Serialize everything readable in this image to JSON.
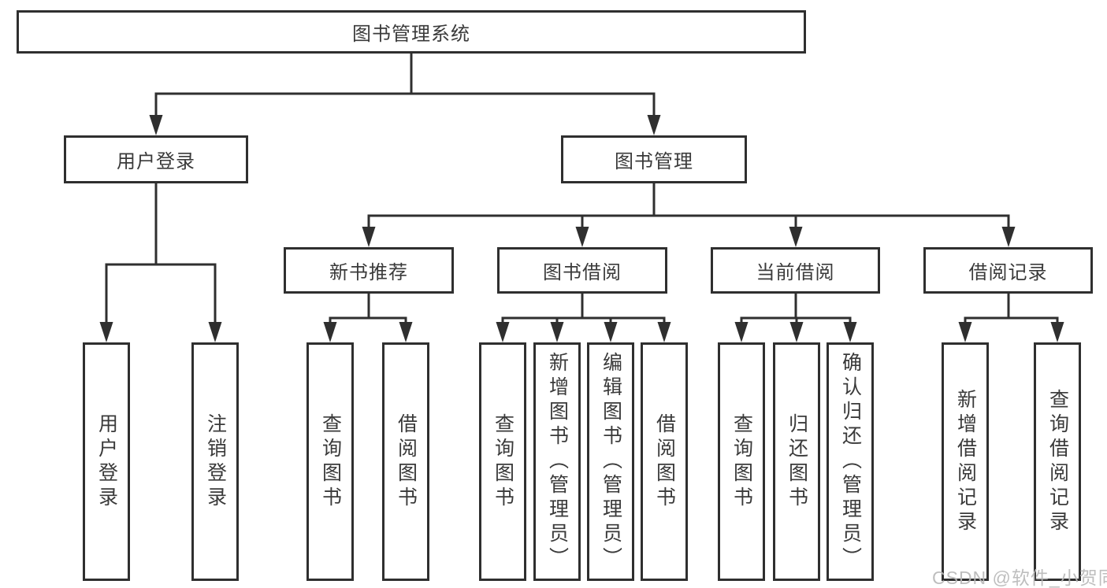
{
  "diagram_title": "图书管理系统",
  "tree": {
    "label": "图书管理系统",
    "children": [
      {
        "label": "用户登录",
        "children": [
          {
            "label": "用户登录"
          },
          {
            "label": "注销登录"
          }
        ]
      },
      {
        "label": "图书管理",
        "children": [
          {
            "label": "新书推荐",
            "children": [
              {
                "label": "查询图书"
              },
              {
                "label": "借阅图书"
              }
            ]
          },
          {
            "label": "图书借阅",
            "children": [
              {
                "label": "查询图书"
              },
              {
                "label": "新增图书（管理员）"
              },
              {
                "label": "编辑图书（管理员）"
              },
              {
                "label": "借阅图书"
              }
            ]
          },
          {
            "label": "当前借阅",
            "children": [
              {
                "label": "查询图书"
              },
              {
                "label": "归还图书"
              },
              {
                "label": "确认归还（管理员）"
              }
            ]
          },
          {
            "label": "借阅记录",
            "children": [
              {
                "label": "新增借阅记录"
              },
              {
                "label": "查询借阅记录"
              }
            ]
          }
        ]
      }
    ]
  },
  "watermark": {
    "text": "CSDN @软件_小贺同学"
  },
  "colors": {
    "line": "#2f2f2f",
    "box_border": "#2f2f2f",
    "text": "#3a3a3a",
    "background": "#ffffff",
    "watermark": "#b9b9b9"
  }
}
